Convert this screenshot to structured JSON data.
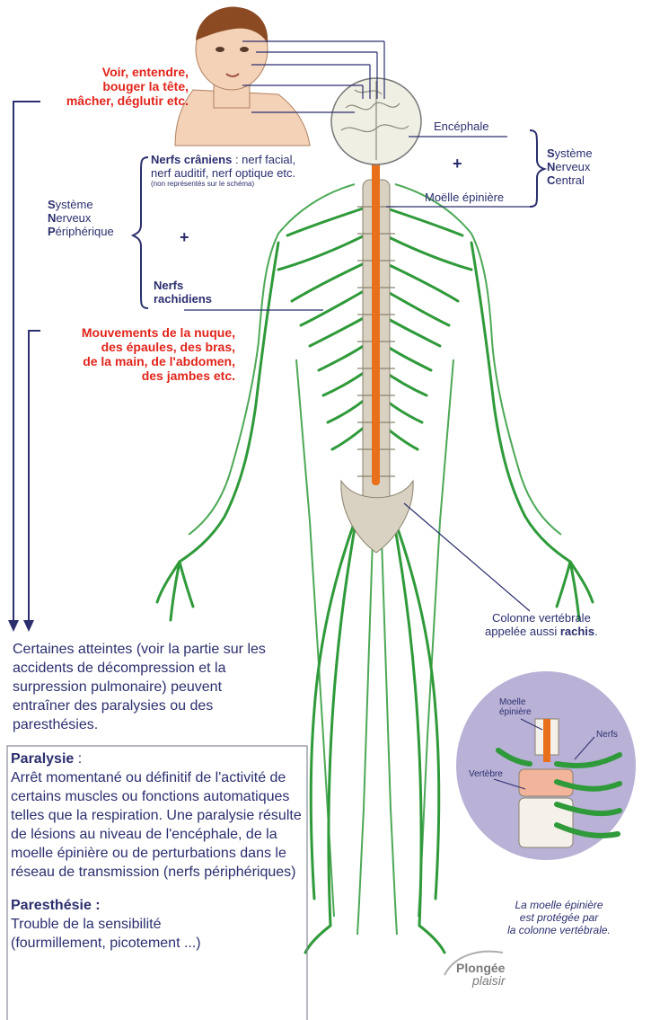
{
  "labels": {
    "head_functions": [
      "Voir, entendre,",
      "bouger la tête,",
      "mâcher, déglutir etc."
    ],
    "encephale": "Encéphale",
    "moelle_epiniere": "Moëlle épinière",
    "snc": [
      "Système",
      "Nerveux",
      "Central"
    ],
    "snp": [
      "Système",
      "Nerveux",
      "Périphérique"
    ],
    "nerfs_craniens_bold": "Nerfs crâniens",
    "nerfs_craniens_rest": " : nerf facial,",
    "nerfs_craniens_line2": "nerf auditif, nerf optique etc.",
    "nerfs_craniens_note": "(non représentés sur le schéma)",
    "plus": "+",
    "nerfs_rachidiens": [
      "Nerfs",
      "rachidiens"
    ],
    "body_functions": [
      "Mouvements de la nuque,",
      "des épaules, des bras,",
      "de la main, de l'abdomen,",
      "des jambes etc."
    ],
    "colonne_line1": "Colonne vertébrale",
    "colonne_line2_prefix": "appelée aussi ",
    "colonne_line2_bold": "rachis",
    "colonne_line2_suffix": "."
  },
  "intro_text": "Certaines atteintes (voir la partie sur les accidents de décompression et la surpression pulmonaire) peuvent entraîner des paralysies ou des paresthésies.",
  "definitions": {
    "paralysie_title": "Paralysie",
    "paralysie_colon": " :",
    "paralysie_text": "Arrêt momentané ou définitif de l'activité de certains muscles ou fonctions automatiques telles que la respiration. Une paralysie résulte de lésions au niveau de l'encéphale, de la moelle épinière ou de perturbations dans le réseau de transmission (nerfs périphériques)",
    "paresthesie_title": "Paresthésie :",
    "paresthesie_text": "Trouble de la sensibilité (fourmillement, picotement ...)"
  },
  "inset": {
    "moelle_label": [
      "Moelle",
      "épinière"
    ],
    "nerfs_label": "Nerfs",
    "vertebre_label": "Vertèbre",
    "caption": [
      "La moelle épinière",
      "est protégée par",
      "la colonne vertébrale."
    ]
  },
  "watermark": [
    "Plongée",
    "plaisir"
  ],
  "colors": {
    "red": "#e1251b",
    "navy": "#2b2f6e",
    "nerve_green": "#2f9a3a",
    "spinal_orange": "#e8701a",
    "skin": "#f3d2b8",
    "inset_bg": "#b9b1d6"
  }
}
